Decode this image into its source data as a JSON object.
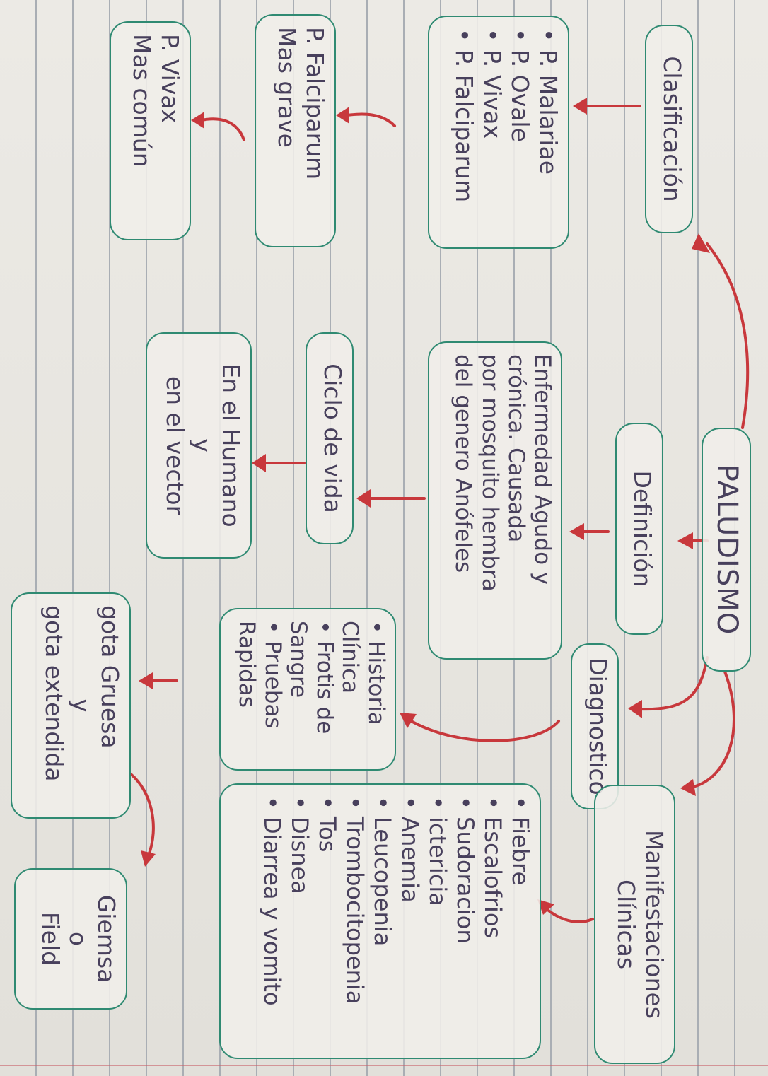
{
  "nodes": {
    "root": "PALUDISMO",
    "definicion": "Definición",
    "definicion_text": [
      "Enfermedad Agudo y",
      "crónica. Causada",
      "por mosquito hembra",
      "del genero Anófeles"
    ],
    "ciclo_de_vida": "Ciclo de vida",
    "humano_vector": [
      "En el Humano",
      "y",
      "en el vector"
    ],
    "clasificacion": "Clasificación",
    "especies": [
      "• P. Malariae",
      "• P. Ovale",
      "• P. Vivax",
      "• P. Falciparum"
    ],
    "falciparum": [
      "P. Falciparum",
      "Mas grave"
    ],
    "vivax": [
      "P. Vivax",
      "Mas común"
    ],
    "diagnostico": "Diagnostico",
    "diagnostico_list": [
      "• Historia",
      "Clínica",
      "• Frotis de",
      "Sangre",
      "• Pruebas",
      "Rapidas"
    ],
    "gota": [
      "gota Gruesa",
      "y",
      "gota extendida"
    ],
    "giemsa": [
      "Giemsa",
      "o",
      "Field"
    ],
    "manifestaciones": [
      "Manifestaciones",
      "Clínicas"
    ],
    "sintomas": [
      "• Fiebre",
      "• Escalofrios",
      "• Sudoracion",
      "• ictericia",
      "• Anemia",
      "• Leucopenia",
      "• Trombocitopenia",
      "• Tos",
      "• Disnea",
      "• Diarrea y vomito"
    ]
  }
}
